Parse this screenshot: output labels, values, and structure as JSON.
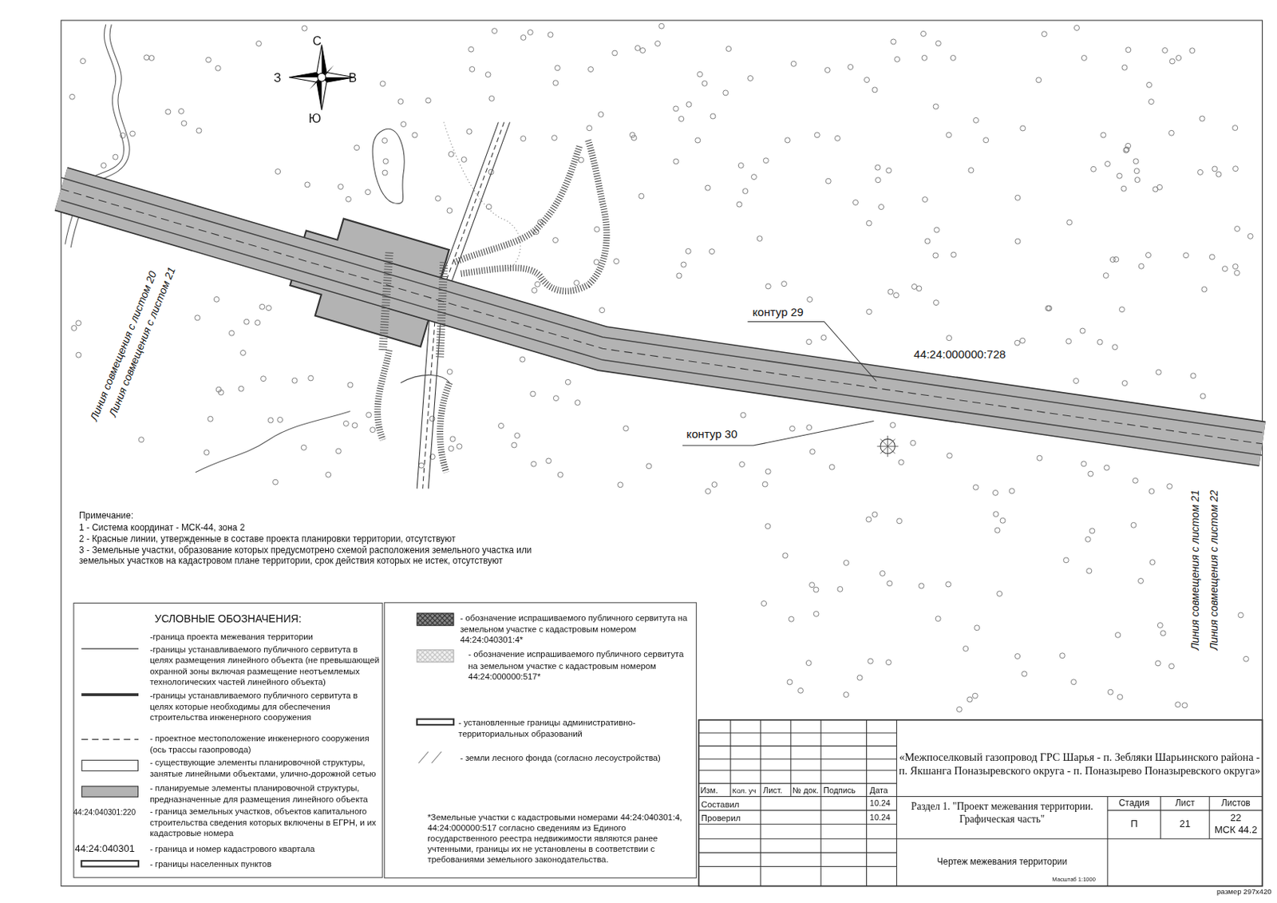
{
  "diagram": {
    "nodes": [
      {
        "text": [
          "УСЛОВНЫЕ ОБОЗНАЧЕНИЯ:"
        ]
      }
    ],
    "labels": [
      "С",
      "В",
      "Ю",
      "З",
      "Линия совмещения с листом 20",
      "Линия совмещения с листом 21",
      "Линия совмещения с листом 21",
      "Линия совмещения с листом 22",
      "контур 29",
      "контур 30",
      "44:24:000000:728",
      "Примечание:",
      "1 - Система координат - МСК-44, зона 2",
      "2 - Красные линии, утвержденные в составе проекта планировки территории, отсутствуют",
      "3 - Земельные участки, образование которых предусмотрено схемой расположения земельного участка или земельных участков на кадастровом плане территории, срок действия которых не истек, отсутствуют",
      "44:24:040301:220",
      "44:24:040301",
      "*Земельные участки с кадастровыми номерами 44:24:040301:4, 44:24:000000:517 согласно сведениям из Единого государственного реестра недвижимости являются ранее учтенными, границы их не установлены в соответствии с требованиями земельного законодательства.",
      "Изм.",
      "Кол. уч",
      "Лист.",
      "№ док.",
      "Подпись",
      "Дата",
      "Составил",
      "10.24",
      "Проверил",
      "10.24",
      "«Межпоселковый газопровод ГРС Шарья - п. Зебляки Шарьинского района - п. Якшанга Поназыревского округа - п. Поназырево Поназыревского округа»",
      "Раздел 1. \"Проект межевания территории. Графическая часть\"",
      "Стадия",
      "Лист",
      "Листов",
      "П",
      "21",
      "22",
      "МСК 44.2",
      "Чертеж межевания территории",
      "Масштаб 1:1000",
      "размер 297х420"
    ],
    "legend": [
      {
        "text": "-граница проекта межевания территории"
      },
      {
        "text": "-границы устанавливаемого публичного сервитута в целях размещения линейного объекта (не превышающей охранной зоны включая размещение неотъемлемых технологических частей линейного объекта)"
      },
      {
        "text": "-границы устанавливаемого публичного сервитута в целях которые необходимы для обеспечения строительства инженерного сооружения"
      },
      {
        "text": "- проектное местоположение инженерного сооружения (ось трассы газопровода)"
      },
      {
        "text": "- существующие элементы планировочной структуры, занятые линейными объектами, улично-дорожной сетью",
        "color": "#ffffff"
      },
      {
        "text": "- планируемые элементы планировочной структуры, предназначенные для размещения линейного объекта",
        "color": "#b3b3b3"
      },
      {
        "text": "- граница земельных участков, объектов капитального строительства сведения которых включены в ЕГРН, и их кадастровые номера"
      },
      {
        "text": "- граница и номер кадастрового квартала"
      },
      {
        "text": "- границы населенных пунктов"
      },
      {
        "text": "- обозначение испрашиваемого публичного сервитута на земельном участке с кадастровым номером 44:24:040301:4*"
      },
      {
        "text": "- обозначение испрашиваемого публичного сервитута на земельном участке с кадастровым номером 44:24:000000:517*"
      },
      {
        "text": "- установленные границы административно-территориальных образований"
      },
      {
        "text": "- земли лесного фонда (согласно лесоустройства)"
      }
    ]
  }
}
